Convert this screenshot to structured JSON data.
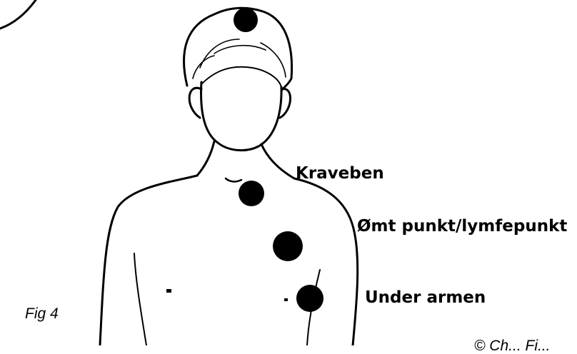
{
  "labels": {
    "collarbone": "Kraveben",
    "tender_point": "Ømt punkt/lymfepunkt",
    "under_arm": "Under armen"
  },
  "caption": "Fig 4",
  "copyright": "© Ch... Fi...",
  "colors": {
    "ink": "#000000",
    "background": "#ffffff"
  }
}
